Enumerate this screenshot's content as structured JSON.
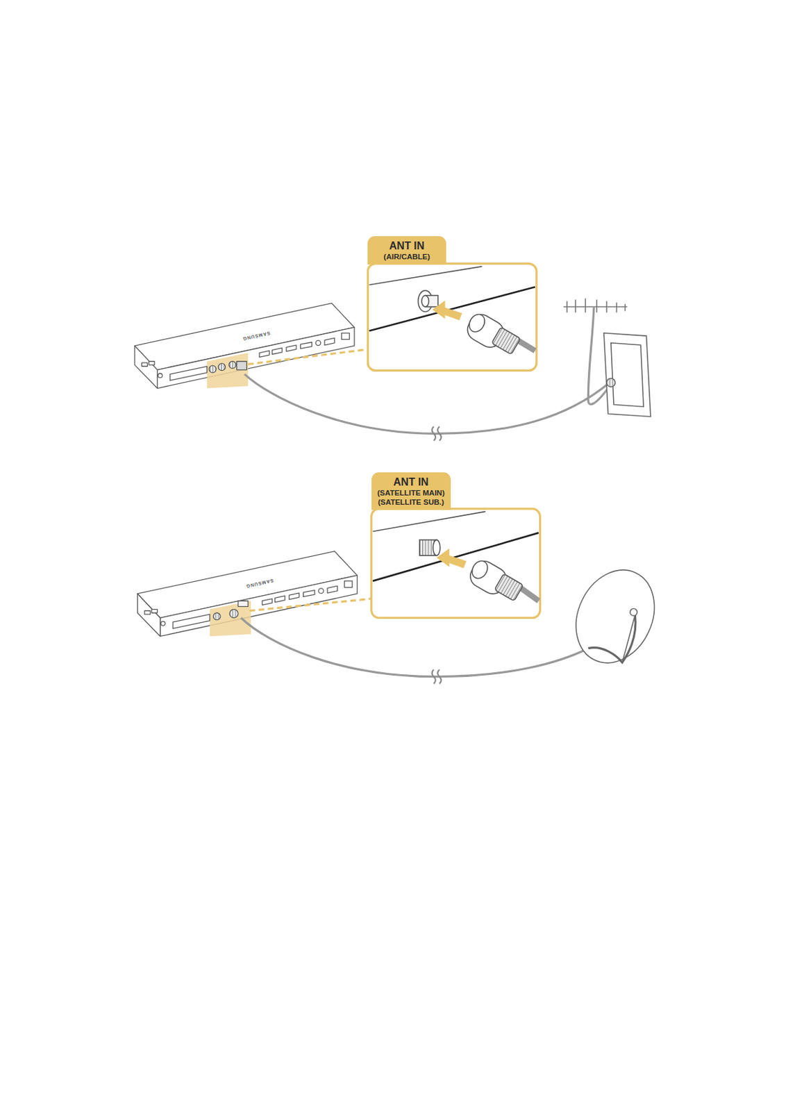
{
  "diagram": {
    "nodes": [
      {
        "text": [
          "ANT IN",
          "(AIR/CABLE)"
        ]
      },
      {
        "text": [
          "ANT IN",
          "(SATELLITE MAIN)",
          "(SATELLITE SUB.)"
        ]
      }
    ],
    "labels": [
      "SAMSUNG",
      "SAMSUNG"
    ]
  }
}
